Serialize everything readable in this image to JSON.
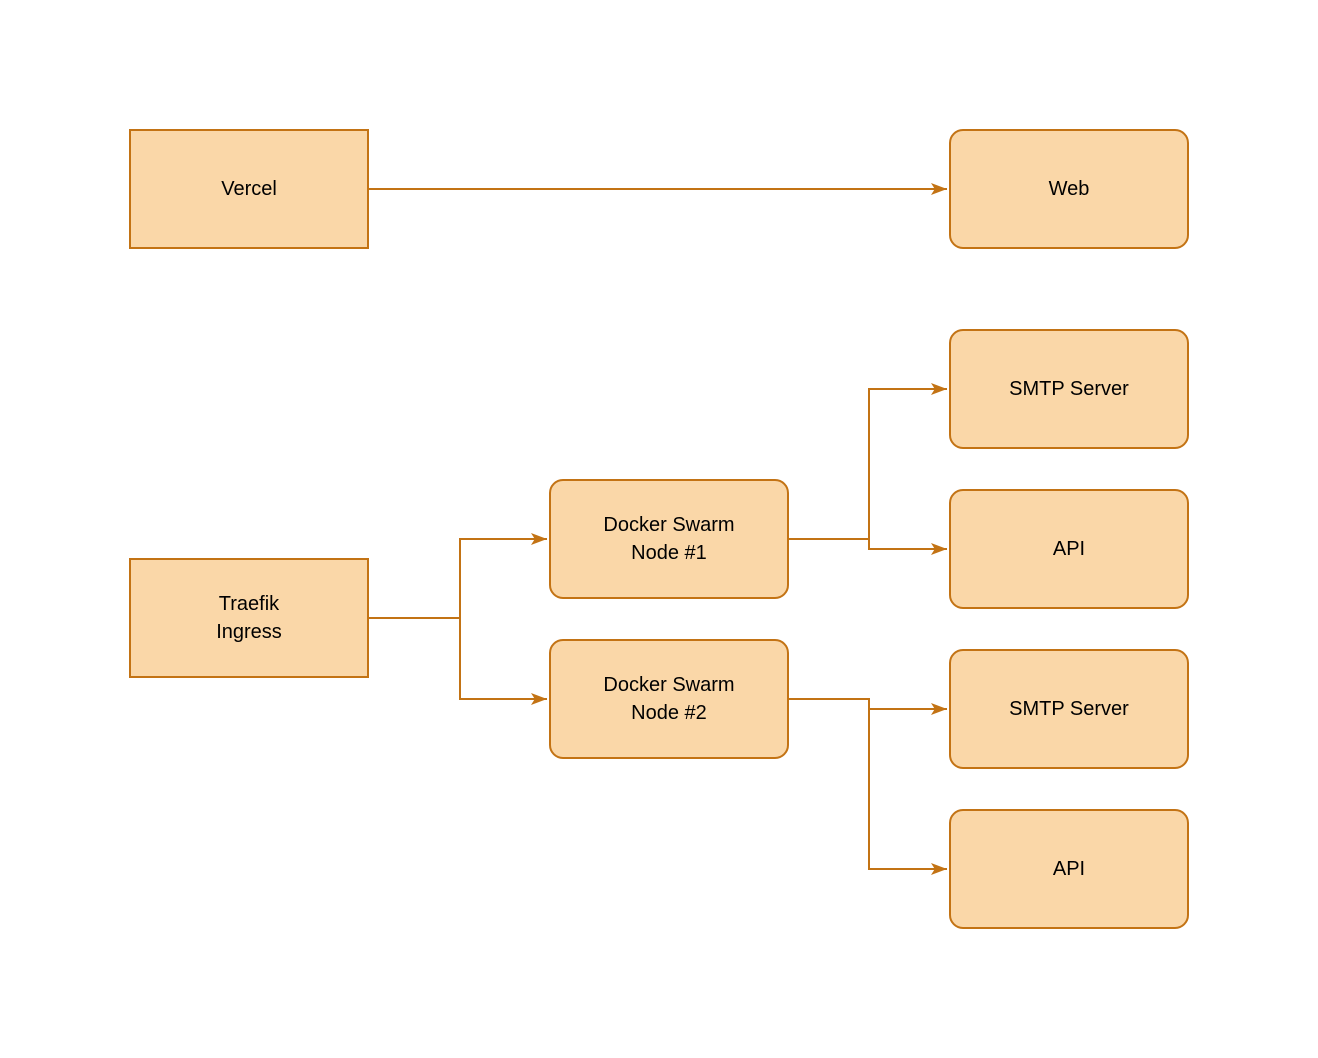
{
  "diagram": {
    "colors": {
      "background": "#ffffff",
      "node_fill": "#FAD7A8",
      "node_stroke": "#C37314",
      "edge": "#C37314",
      "text": "#000000"
    },
    "nodes": [
      {
        "id": "vercel",
        "label": "Vercel",
        "shape": "rectangle"
      },
      {
        "id": "web",
        "label": "Web",
        "shape": "rounded"
      },
      {
        "id": "traefik",
        "label": "Traefik\nIngress",
        "shape": "rectangle"
      },
      {
        "id": "swarm1",
        "label": "Docker Swarm\nNode #1",
        "shape": "rounded"
      },
      {
        "id": "swarm2",
        "label": "Docker Swarm\nNode #2",
        "shape": "rounded"
      },
      {
        "id": "smtp1",
        "label": "SMTP Server",
        "shape": "rounded"
      },
      {
        "id": "api1",
        "label": "API",
        "shape": "rounded"
      },
      {
        "id": "smtp2",
        "label": "SMTP Server",
        "shape": "rounded"
      },
      {
        "id": "api2",
        "label": "API",
        "shape": "rounded"
      }
    ],
    "edges": [
      {
        "from": "vercel",
        "to": "web"
      },
      {
        "from": "traefik",
        "to": "swarm1"
      },
      {
        "from": "traefik",
        "to": "swarm2"
      },
      {
        "from": "swarm1",
        "to": "smtp1"
      },
      {
        "from": "swarm1",
        "to": "api1"
      },
      {
        "from": "swarm2",
        "to": "smtp2"
      },
      {
        "from": "swarm2",
        "to": "api2"
      }
    ]
  }
}
